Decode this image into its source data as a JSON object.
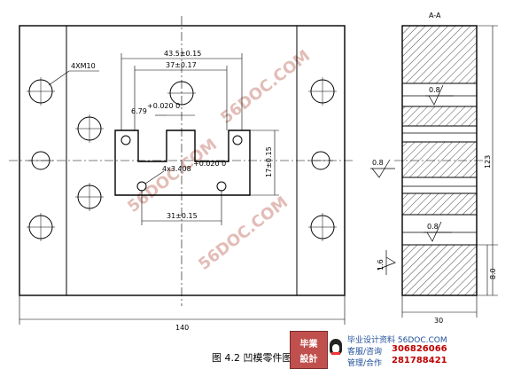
{
  "section_title": "A-A",
  "front_view": {
    "thread_note": "4XM10",
    "dim_outer_slot": "43.5±0.15",
    "dim_inner_slot": "37±0.17",
    "dim_notch": "6.79",
    "dim_notch_tol": "+0.020 0",
    "dim_holes": "4x3.408",
    "dim_holes_tol": "+0.020 0",
    "dim_height": "17±0.15",
    "dim_bottom": "31±0.15",
    "dim_width": "140"
  },
  "side_view": {
    "roughness_top": "0.8",
    "roughness_mid": "0.8",
    "roughness_low": "0.8",
    "roughness_edge": "1.6",
    "dim_height": "123",
    "dim_bottom": "8.0",
    "dim_width": "30"
  },
  "caption": "图 4.2 凹模零件图",
  "logo": {
    "line1": "毕業",
    "line2": "設計"
  },
  "contact": {
    "line1": "毕业设计资料 56DOC.COM",
    "line2_label": "客服/咨询",
    "line2_num": "306826066",
    "line3_label": "管理/合作",
    "line3_num": "281788421"
  },
  "watermarks": [
    "56DOC.COM",
    "56DOC.COM",
    "56DOC.COM"
  ],
  "colors": {
    "ink": "#000000",
    "watermark": "#d9a8a0",
    "logo": "#c0504d",
    "contact_num": "#c00000",
    "contact_text": "#1f4e9a"
  }
}
